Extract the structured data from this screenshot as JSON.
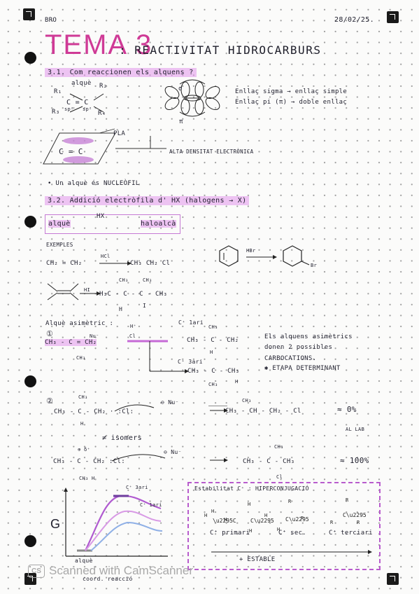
{
  "header": {
    "tag": "BRO",
    "date": "28/02/25."
  },
  "title": {
    "tema": "TEMA 3",
    "subtitle": ": REACTIVITAT  HIDROCARBURS"
  },
  "sec1": {
    "heading": "3.1. Com reaccionen els alquens ?",
    "alque_label": "alquè",
    "r1": "R₁",
    "r2": "R₂",
    "r3": "R₃",
    "r4": "R₄",
    "cc": "C = C",
    "sp1": "sp²",
    "sp2": "sp²",
    "sigma": "σ",
    "pi": "π",
    "line1": "Enllaç sigma → enllaç simple",
    "line2": "Enllaç pi (π) → doble enllaç",
    "pla": "PLA",
    "cc2": "C = C",
    "densitat": "ALTA DENSITAT ELECTRÒNICA",
    "nucleofil": "• Un alquè és NUCLEÒFIL"
  },
  "sec2": {
    "heading": "3.2. Addició electròfila d' HX (halogens → X)",
    "box_left": "alquè",
    "box_arrow": "HX",
    "box_right": "haloalcà",
    "exemples": "EXEMPLES",
    "ex1_left": "CH₂ = CH₂",
    "ex1_reagent": "HCl",
    "ex1_right": "CH₃ CH₂ Cl",
    "ex2_reagent": "HBr",
    "ex2_br": "Br",
    "ex3_reagent": "HI",
    "ex3_product": "H₃C - C - C - CH₃",
    "ex3_ch3a": "CH₃",
    "ex3_ch3b": "CH₃",
    "ex3_h": "H",
    "ex3_i": "I"
  },
  "asym": {
    "label": "Alquè asimètric :",
    "step1": "①",
    "reactant": "CH₃ - C = CH₂",
    "reactant_ch3": "CH₃",
    "h_plus": "H⁺",
    "cl": "Cl",
    "nu": "Nu⁻",
    "c_first": "C⁺ 1ari",
    "c_third": "C⁺ 3ari",
    "carb1": "CH₃ - C - CH₂",
    "carb1_top": "CH₃",
    "carb1_h": "H",
    "carb3": "CH₃ - C - CH₃",
    "carb3_top": "CH₃",
    "carb3_h": "H",
    "note1": "Els alquens asimètrics",
    "note2": "donen 2 possibles",
    "note3": "CARBOCATIONS.",
    "note4": "✱ ETAPA DETERMINANT"
  },
  "step2": {
    "num": "②",
    "r1": "CH₃ - C - CH₂ ⋅ :Cl:",
    "r1_top": "CH₃",
    "r1_h": "H",
    "nu": "⊖ Nu⁻",
    "p1": "CH₃ - CH - CH₂ - Cl",
    "p1_top": "CH₃",
    "pct1": "≈ 0%",
    "al_lab": "AL LAB",
    "isomers": "≠ isomers",
    "r2": "CH₃ - C - CH₂  :Cl:",
    "r2_top": "⊕ δ⁺",
    "r2_h": "CH₃   H",
    "nu2": "⊖ Nu⁻",
    "p2": "CH₃ - C - CH₃",
    "p2_top": "CH₃",
    "p2_bottom": "Cl",
    "pct2": "≈ 100%"
  },
  "energy": {
    "g_axis": "G",
    "c3": "C⁺ 3ari",
    "c1": "C⁺ 1ari",
    "x1": "alquè",
    "x2": "coord. reacció"
  },
  "stability": {
    "title": "Estabilitat C⁺ : HIPERCONJUGACIÓ",
    "prim": "C⁺ primari",
    "sec": "C⁺ sec.",
    "ter": "C⁺ terciari",
    "stable": "+ ESTABLE"
  },
  "watermark": "Scanned with CamScanner",
  "colors": {
    "pink": "#cf3a96",
    "highlight": "#e096eb",
    "purple": "#b85ccd",
    "blue": "#8fb0e6"
  }
}
